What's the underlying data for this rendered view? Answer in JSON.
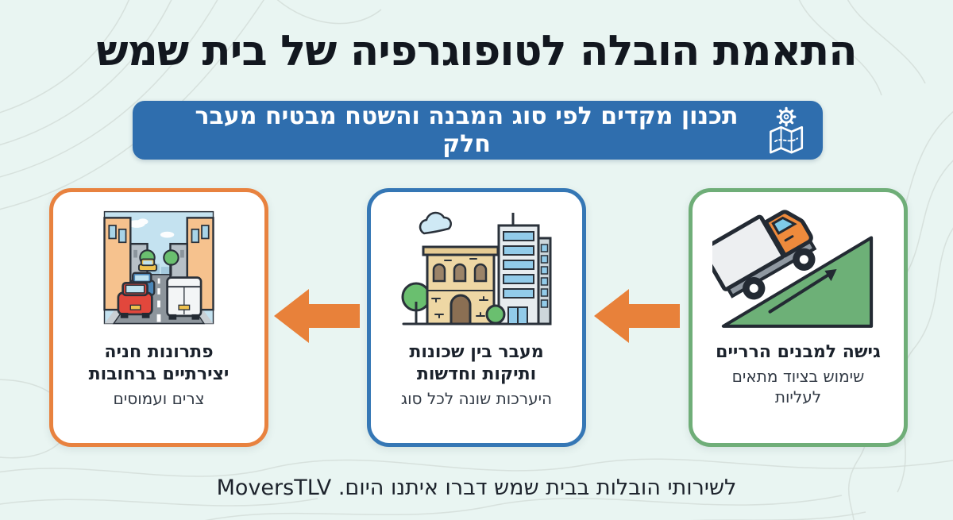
{
  "page": {
    "title": "התאמת הובלה לטופוגרפיה של בית שמש"
  },
  "banner": {
    "text": "תכנון מקדים לפי סוג המבנה והשטח מבטיח מעבר חלק",
    "icon": "map-gear-icon",
    "background_color": "#2f6eae",
    "text_color": "#ffffff"
  },
  "cards": [
    {
      "step": 1,
      "position": "right",
      "title": "גישה למבנים הרריים",
      "subtitle": "שימוש בציוד מתאים לעליות",
      "border_color": "#6fae78",
      "illustration": "truck-climbing-hill"
    },
    {
      "step": 2,
      "position": "middle",
      "title": "מעבר בין שכונות ותיקות וחדשות",
      "subtitle": "היערכות שונה לכל סוג",
      "border_color": "#3577b5",
      "illustration": "old-and-new-buildings"
    },
    {
      "step": 3,
      "position": "left",
      "title": "פתרונות חניה יצירתיים ברחובות",
      "subtitle": "צרים ועמוסים",
      "border_color": "#e8823f",
      "illustration": "narrow-street-traffic"
    }
  ],
  "arrows": {
    "direction": "left",
    "count": 2,
    "color": "#e8813a"
  },
  "footer": {
    "text": "לשירותי הובלות בבית שמש דברו איתנו היום. MoversTLV"
  },
  "colors": {
    "background": "#e9f5f2",
    "contour_lines": "#d2dcd7",
    "title_text": "#12171f",
    "card_background": "#ffffff",
    "slope_green": "#6db077",
    "truck_cab_orange": "#ee8a3c"
  }
}
